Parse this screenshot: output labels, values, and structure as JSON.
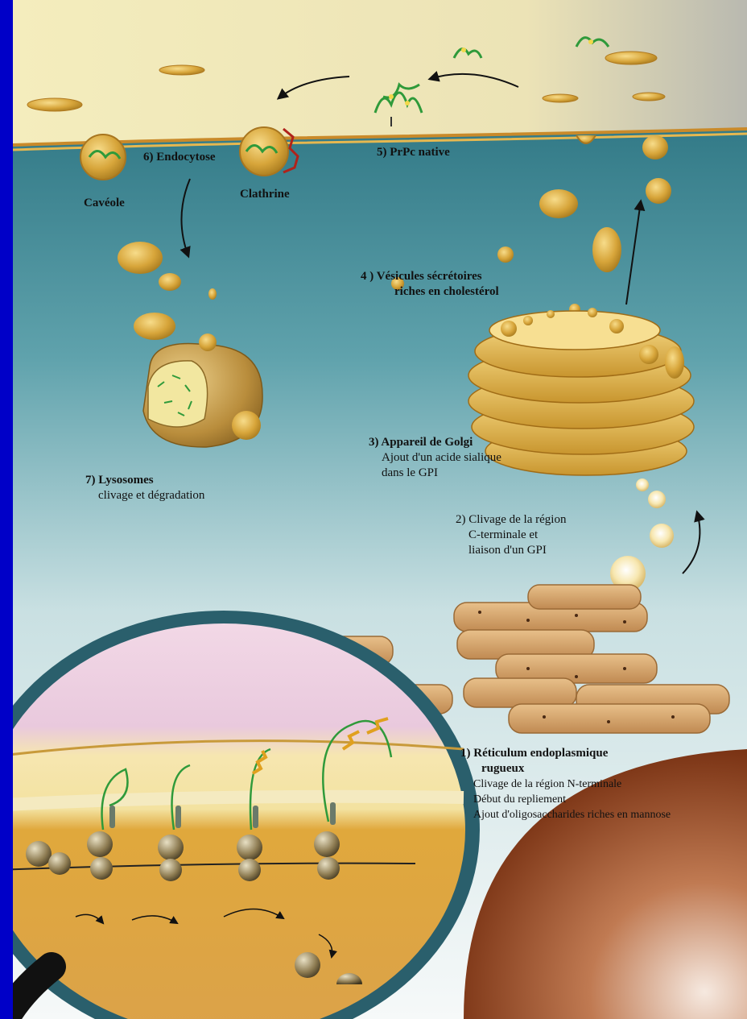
{
  "colors": {
    "page_background": "#0000c8",
    "cytoplasm_top": "#1f6a78",
    "cytoplasm_bottom": "#f4f8f8",
    "membrane": "#f2e9b8",
    "vesicle": "#d9a93c",
    "er": "#d9a86a",
    "protein": "#2f9a3a",
    "nucleus": "#8a3a18"
  },
  "labels": {
    "caveole": "Cavéole",
    "clathrine": "Clathrine",
    "endocytose": "6) Endocytose",
    "prpc_native": "5) PrPc native",
    "vesicules_title": "4 ) Vésicules sécrétoires",
    "vesicules_sub": "riches en cholestérol",
    "golgi_title": "3) Appareil de Golgi",
    "golgi_line1": "Ajout d'un acide sialique",
    "golgi_line2": "dans le GPI",
    "lysosomes_title": "7) Lysosomes",
    "lysosomes_line1": "clivage et dégradation",
    "clivage_line1": "2) Clivage de la région",
    "clivage_line2": "C-terminale et",
    "clivage_line3": "liaison d'un GPI",
    "re_title": "1) Réticulum endoplasmique",
    "re_title2": "rugueux",
    "re_line1": "Clivage de la région N-terminale",
    "re_line2": "Début du repliement",
    "re_line3": "Ajout d'oligosaccharides riches en mannose"
  }
}
